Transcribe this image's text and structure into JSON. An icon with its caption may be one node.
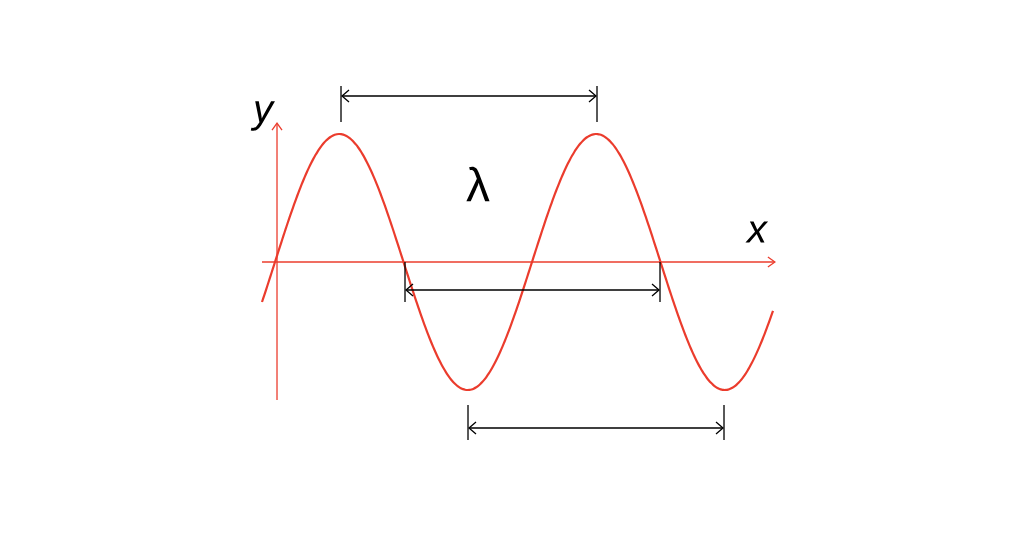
{
  "diagram": {
    "labels": [
      "y",
      "λ",
      "x"
    ]
  }
}
